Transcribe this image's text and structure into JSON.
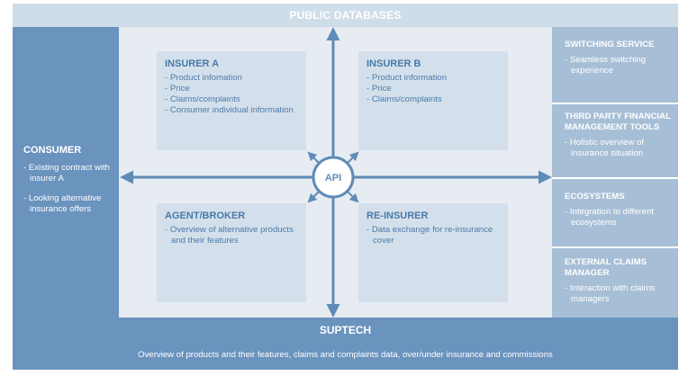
{
  "colors": {
    "dark_blue": "#6a93be",
    "light_blue": "#a7bfd6",
    "pale_blue": "#d3e0ec",
    "background": "#e6ecf2",
    "top_bar": "#cfdde9"
  },
  "top_bar": {
    "label": "PUBLIC DATABASES"
  },
  "consumer": {
    "title": "CONSUMER",
    "items": [
      "- Existing contract with insurer A",
      "- Looking alternative insurance offers"
    ]
  },
  "quadrants": {
    "insurer_a": {
      "title": "INSURER A",
      "items": [
        "- Product infomation",
        "- Price",
        "- Claims/complaints",
        "- Consumer individual information"
      ]
    },
    "insurer_b": {
      "title": "INSURER B",
      "items": [
        "- Product information",
        "- Price",
        "- Claims/complaints"
      ]
    },
    "agent_broker": {
      "title": "AGENT/BROKER",
      "items": [
        "- Overview of alternative products and their features"
      ]
    },
    "re_insurer": {
      "title": "RE-INSURER",
      "items": [
        "- Data exchange for re-insurance cover"
      ]
    }
  },
  "api": {
    "label": "API"
  },
  "right_panels": [
    {
      "title": "SWITCHING SERVICE",
      "items": [
        "- Seamless switching experience"
      ]
    },
    {
      "title": "THIRD PARTY FINANCIAL MANAGEMENT TOOLS",
      "items": [
        "- Holistic overview of insurance situation"
      ]
    },
    {
      "title": "ECOSYSTEMS",
      "items": [
        "- Integration to different ecosystems"
      ]
    },
    {
      "title": "EXTERNAL CLAIMS MANAGER",
      "items": [
        "- Interaction with claims managers"
      ]
    }
  ],
  "bottom_bar": {
    "title": "SUPTECH",
    "description": "Overview of products and their features, claims and complaints data, over/under insurance and commissions"
  }
}
